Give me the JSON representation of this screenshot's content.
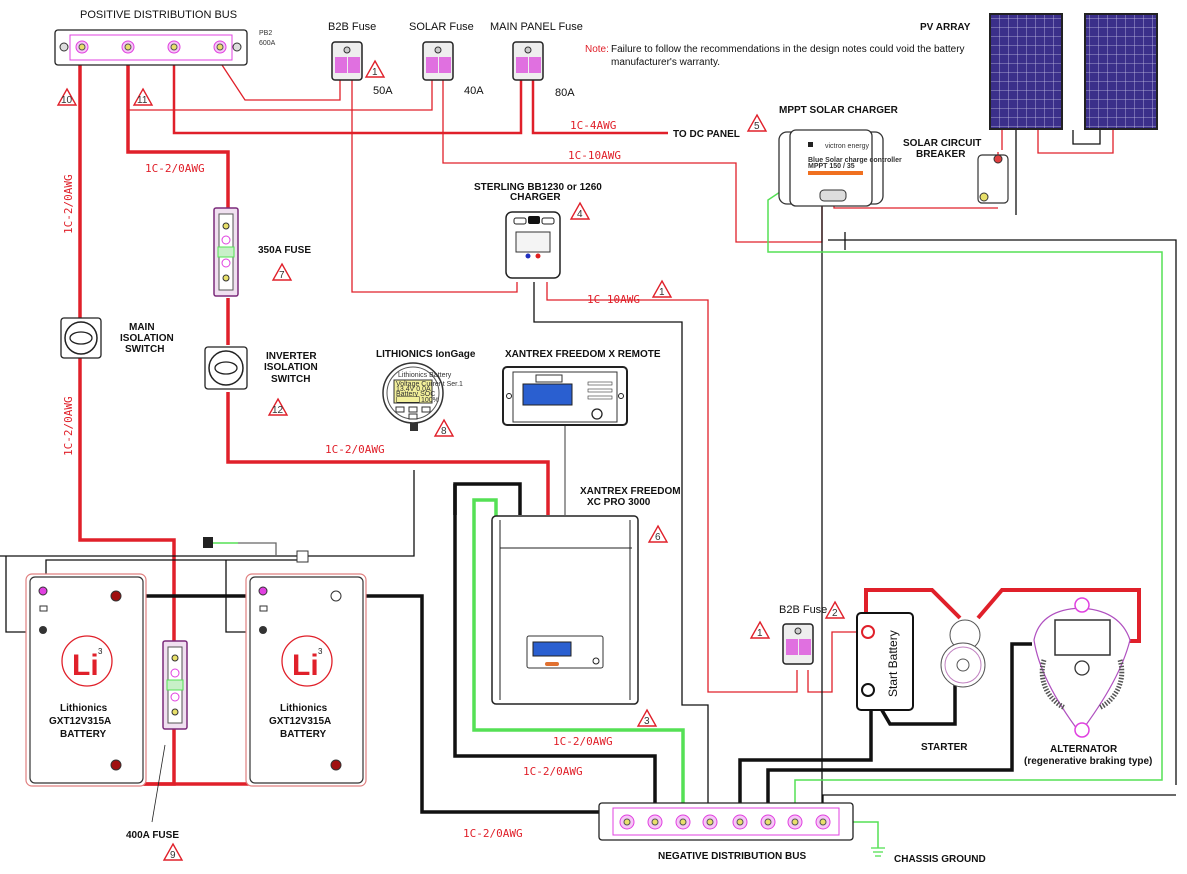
{
  "title": "Lithionics Battery Wiring Diagram",
  "colors": {
    "positive": "#e0202a",
    "negative": "#111111",
    "ground": "#55e055",
    "terminal": "#e040e0",
    "solar_panel": "#3b2f8a",
    "display": "#2a5fd0"
  },
  "positive_bus": {
    "label": "POSITIVE DISTRIBUTION BUS",
    "part": "PB2",
    "rating": "600A"
  },
  "fuses": [
    {
      "label": "B2B Fuse",
      "rating": "50A",
      "note_ref": "1"
    },
    {
      "label": "SOLAR Fuse",
      "rating": "40A"
    },
    {
      "label": "MAIN PANEL Fuse",
      "rating": "80A"
    }
  ],
  "note": {
    "prefix": "Note:",
    "line1": "Failure to follow the recommendations in the design notes could void the battery",
    "line2": "manufacturer's warranty."
  },
  "pv_array": {
    "label": "PV ARRAY"
  },
  "mppt": {
    "label": "MPPT SOLAR CHARGER",
    "note_ref": "5",
    "brand": "victron energy",
    "model_line1": "Blue Solar charge controller",
    "model_line2": "MPPT 150 / 35"
  },
  "solar_breaker": {
    "line1": "SOLAR CIRCUIT",
    "line2": "BREAKER"
  },
  "dc_panel": {
    "label": "TO DC PANEL",
    "wire": "1C-4AWG"
  },
  "solar_wire": "1C-10AWG",
  "sterling": {
    "line1": "STERLING BB1230 or 1260",
    "line2": "CHARGER",
    "note_ref": "4",
    "wire": "1C-10AWG",
    "wire_note_ref": "1"
  },
  "fuse_350": {
    "label": "350A FUSE",
    "note_ref": "7"
  },
  "main_isolation": {
    "line1": "MAIN",
    "line2": "ISOLATION",
    "line3": "SWITCH"
  },
  "inverter_isolation": {
    "line1": "INVERTER",
    "line2": "ISOLATION",
    "line3": "SWITCH",
    "note_ref": "12"
  },
  "iongage": {
    "label": "LITHIONICS IonGage",
    "note_ref": "8",
    "screen_title": "Lithionics Battery",
    "screen_row1": "Voltage  Current  Ser.1",
    "screen_row2": "13.4V   0.0A",
    "screen_row3": "Battery SOC",
    "soc": "100%",
    "soc_fraction": 1.0
  },
  "xantrex_remote": {
    "label": "XANTREX FREEDOM X REMOTE"
  },
  "inverter": {
    "line1": "XANTREX FREEDOM",
    "line2": "XC PRO 3000",
    "note_ref": "6"
  },
  "wire_labels": {
    "pos_left_top": "1C-2/0AWG",
    "pos_left_bottom": "1C-2/0AWG",
    "pos_mid": "1C-2/0AWG",
    "inverter_pos": "1C-2/0AWG",
    "inverter_ground": "1C-2/0AWG",
    "inverter_neg": "1C-2/0AWG",
    "battery_neg": "1C-2/0AWG"
  },
  "note_refs": {
    "bus_left": "10",
    "bus_mid": "11",
    "inverter_ground": "3"
  },
  "batteries": [
    {
      "brand": "Lithionics",
      "model": "GXT12V315A",
      "type": "BATTERY",
      "logo": "Li",
      "logo_sup": "3"
    },
    {
      "brand": "Lithionics",
      "model": "GXT12V315A",
      "type": "BATTERY",
      "logo": "Li",
      "logo_sup": "3"
    }
  ],
  "fuse_400": {
    "label": "400A FUSE",
    "note_ref": "9"
  },
  "b2b_fuse_lower": {
    "label": "B2B Fuse",
    "note_ref_left": "1",
    "note_ref_right": "2"
  },
  "start_battery": {
    "label": "Start Battery"
  },
  "starter": {
    "label": "STARTER"
  },
  "alternator": {
    "line1": "ALTERNATOR",
    "line2": "(regenerative braking type)"
  },
  "negative_bus": {
    "label": "NEGATIVE DISTRIBUTION BUS"
  },
  "chassis_ground": {
    "label": "CHASSIS GROUND"
  }
}
